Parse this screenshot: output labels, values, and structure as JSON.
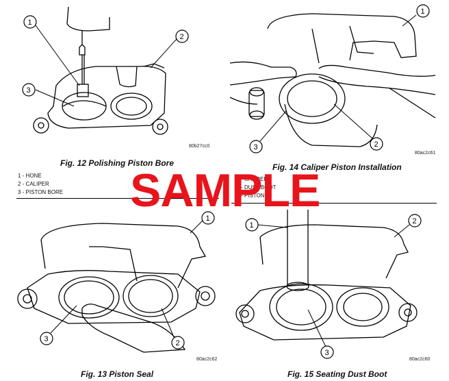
{
  "figures": [
    {
      "caption": "Fig. 12 Polishing Piston Bore",
      "code": "80b27cc0",
      "callouts": [
        "1",
        "2",
        "3"
      ],
      "legend": [
        "1 - HONE",
        "2 - CALIPER",
        "3 - PISTON BORE"
      ]
    },
    {
      "caption": "Fig. 14 Caliper Piston Installation",
      "code": "80ac2c61",
      "callouts": [
        "1",
        "2",
        "3"
      ],
      "legend": [
        "- CALIPER",
        "- DUST BOOT",
        "- PISTON"
      ]
    },
    {
      "caption": "Fig. 13 Piston Seal",
      "code": "80ac2c62",
      "callouts": [
        "1",
        "2",
        "3"
      ]
    },
    {
      "caption": "Fig. 15 Seating Dust Boot",
      "code": "80ac2c60",
      "callouts": [
        "1",
        "2",
        "3"
      ]
    }
  ],
  "watermark": "SAMPLE",
  "colors": {
    "watermark": "#e8141c",
    "line": "#000000"
  }
}
